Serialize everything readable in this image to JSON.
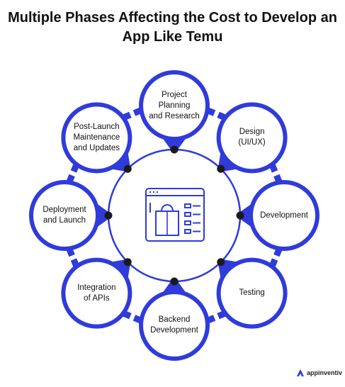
{
  "title": {
    "line1": "Multiple Phases Affecting the Cost to Develop an",
    "line2": "App Like Temu"
  },
  "colors": {
    "accent": "#2f3bdb",
    "hub_stroke": "#2f3bdb",
    "dot": "#1a1a1a",
    "text": "#111111",
    "background": "#ffffff"
  },
  "center_icon": "shopping-bag-app-window-icon",
  "phases": [
    {
      "id": "project-planning",
      "lines": [
        "Project",
        "Planning",
        "and Research"
      ]
    },
    {
      "id": "design",
      "lines": [
        "Design",
        "(UI/UX)"
      ]
    },
    {
      "id": "development",
      "lines": [
        "Development"
      ]
    },
    {
      "id": "testing",
      "lines": [
        "Testing"
      ]
    },
    {
      "id": "backend-development",
      "lines": [
        "Backend",
        "Development"
      ]
    },
    {
      "id": "integration-apis",
      "lines": [
        "Integration",
        "of APIs"
      ]
    },
    {
      "id": "deployment-launch",
      "lines": [
        "Deployment",
        "and Launch"
      ]
    },
    {
      "id": "post-launch",
      "lines": [
        "Post-Launch",
        "Maintenance",
        "and Updates"
      ]
    }
  ],
  "brand": {
    "name": "appinventiv",
    "icon": "appinventiv-logo-icon"
  }
}
